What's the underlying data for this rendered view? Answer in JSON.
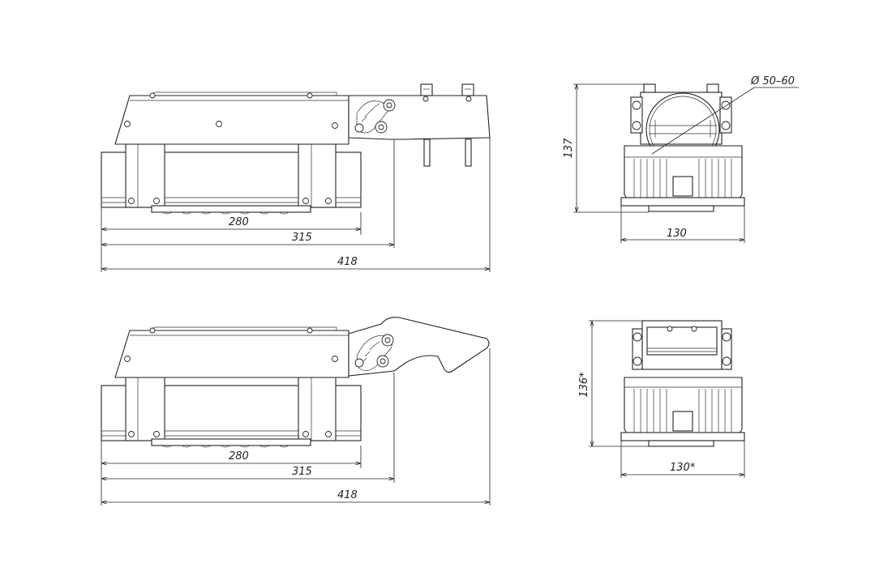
{
  "dimensions": {
    "view1": {
      "d280": "280",
      "d315": "315",
      "d418": "418"
    },
    "view2": {
      "d130": "130",
      "d137": "137",
      "diameter": "Ø 50–60"
    },
    "view3": {
      "d280": "280",
      "d315": "315",
      "d418": "418"
    },
    "view4": {
      "d130": "130*",
      "d136": "136*"
    }
  },
  "colors": {
    "line": "#222222",
    "background": "#ffffff"
  }
}
